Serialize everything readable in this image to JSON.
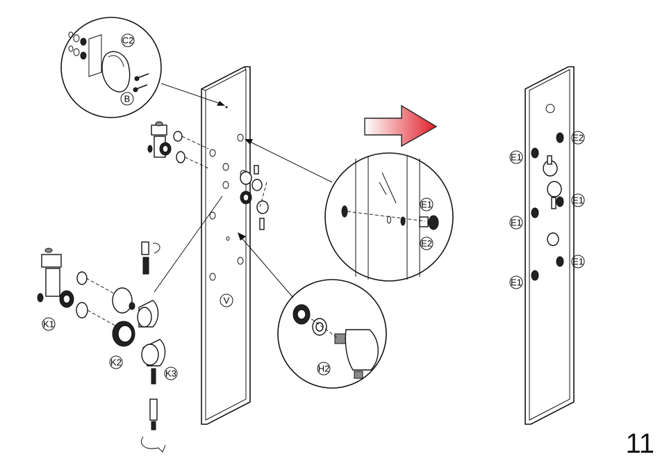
{
  "labels": {
    "c2": "C2",
    "b": "B",
    "k1": "K1",
    "k2": "K2",
    "k3": "K3",
    "v": "V",
    "e1_detail": "E1",
    "e2_detail": "E2",
    "h2": "H2",
    "right_e2": "E2",
    "right_e1_a": "E1",
    "right_e1_b": "E1",
    "right_e1_c": "E1",
    "right_e1_d": "E1",
    "right_e1_e": "E1"
  },
  "page_number": "11",
  "colors": {
    "arrow_start": "#ffffff",
    "arrow_end": "#e0202a"
  }
}
